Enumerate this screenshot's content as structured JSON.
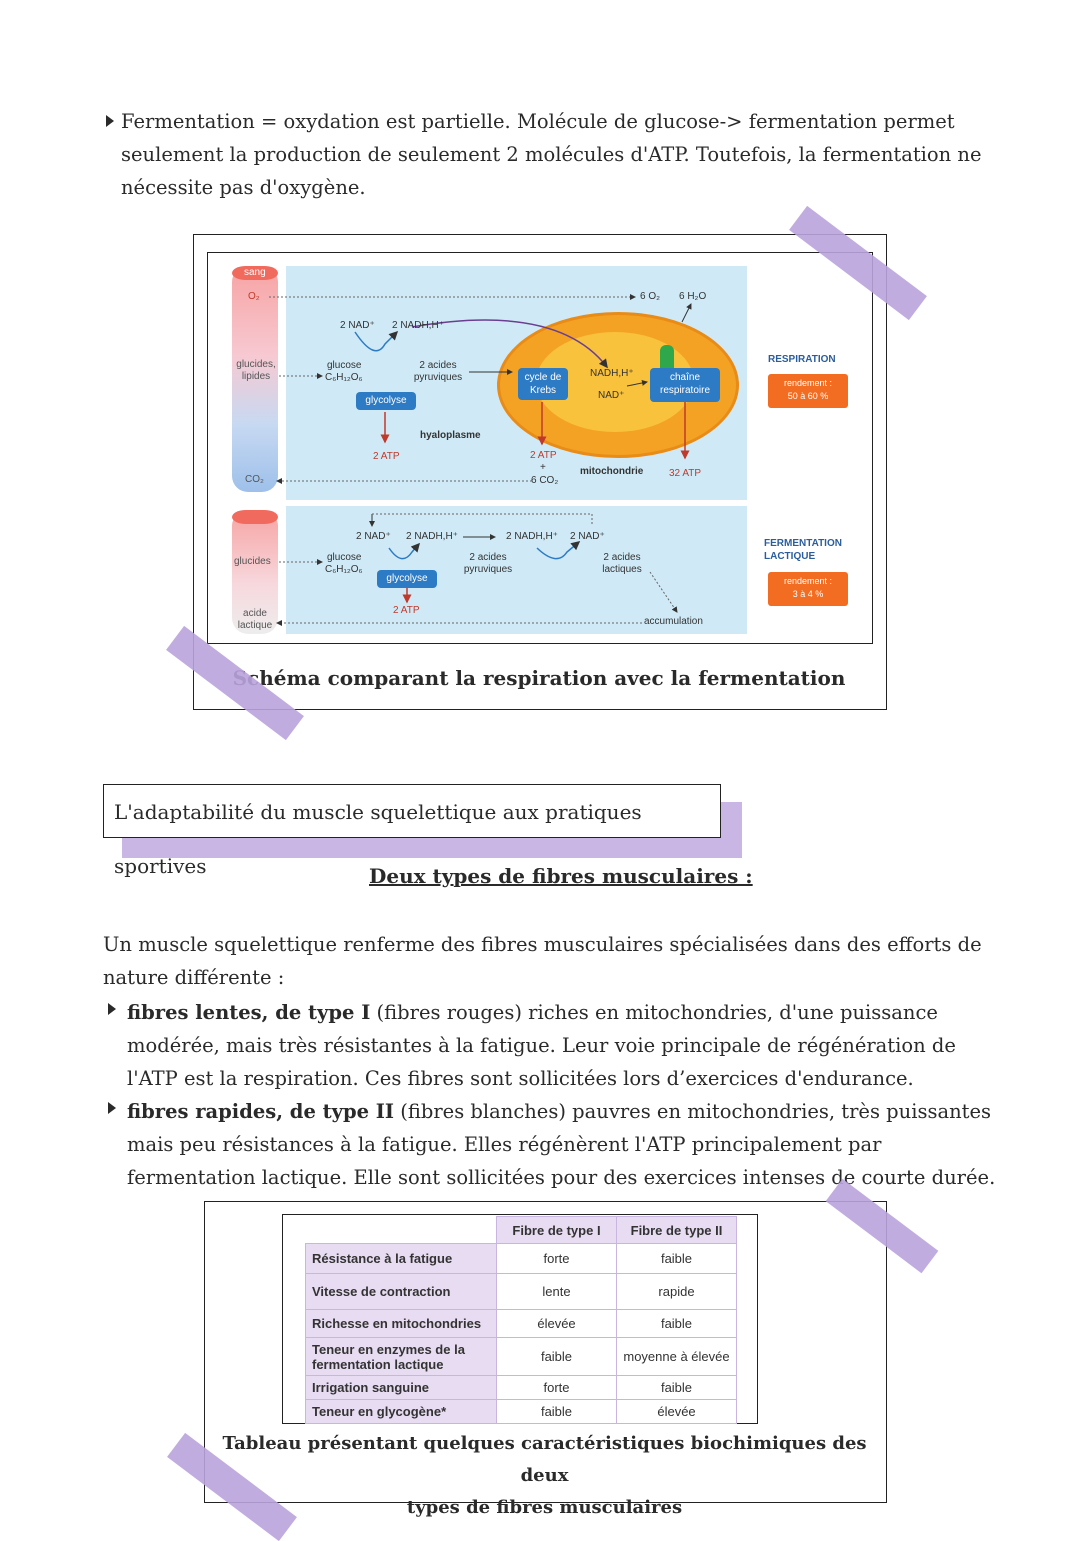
{
  "fermentation_paragraph": {
    "line1": "Fermentation = oxydation est partielle. Molécule de glucose-> fermentation permet",
    "line2": "seulement la production de seulement 2 molécules d'ATP. Toutefois, la fermentation ne",
    "line3": "nécessite pas d'oxygène."
  },
  "diagram": {
    "caption": "Schéma comparant la respiration avec la fermentation",
    "blood": {
      "sang": "sang",
      "o2": "O₂",
      "glucides_lipides": "glucides, lipides",
      "co2": "CO₂"
    },
    "blood2": {
      "glucides": "glucides",
      "acide_lactique": "acide lactique"
    },
    "respiration": {
      "nad": "2 NAD⁺",
      "nadh": "2 NADH,H⁺",
      "glucose": "glucose",
      "glucose_formula": "C₆H₁₂O₆",
      "acides_pyruviques": "2 acides pyruviques",
      "glycolyse": "glycolyse",
      "atp_glycolyse": "2 ATP",
      "hyaloplasme": "hyaloplasme",
      "cycle_krebs": "cycle de Krebs",
      "nadh_mito": "NADH,H⁺",
      "nad_mito": "NAD⁺",
      "chaine": "chaîne respiratoire",
      "o2": "6 O₂",
      "h2o": "6 H₂O",
      "atp_krebs": "2 ATP",
      "plus": "+",
      "co2": "6 CO₂",
      "mitochondrie": "mitochondrie",
      "atp_chaine": "32 ATP",
      "title": "RESPIRATION",
      "rendement_label": "rendement :",
      "rendement_value": "50 à 60 %"
    },
    "fermentation": {
      "nad": "2 NAD⁺",
      "nadh": "2 NADH,H⁺",
      "nadh2": "2 NADH,H⁺",
      "nad2": "2 NAD⁺",
      "glucose": "glucose",
      "glucose_formula": "C₆H₁₂O₆",
      "glycolyse": "glycolyse",
      "atp": "2 ATP",
      "acides_pyruviques": "2 acides pyruviques",
      "acides_lactiques": "2 acides lactiques",
      "accumulation": "accumulation",
      "title": "FERMENTATION LACTIQUE",
      "rendement_label": "rendement :",
      "rendement_value": "3 à 4 %"
    }
  },
  "section_title": "L'adaptabilité du muscle squelettique aux pratiques sportives",
  "subtitle": "Deux types de fibres musculaires :",
  "intro": {
    "line1": "Un muscle squelettique renferme des fibres musculaires spécialisées dans des efforts de",
    "line2": "nature différente :"
  },
  "bullets": [
    {
      "bold": "fibres lentes, de type I",
      "line1": " (fibres rouges) riches en mitochondries, d'une puissance",
      "line2": "modérée, mais très résistantes à la fatigue. Leur voie principale de régénération de",
      "line3": "l'ATP est la respiration. Ces fibres sont sollicitées lors d’exercices d'endurance."
    },
    {
      "bold": "fibres rapides, de type II",
      "line1": " (fibres blanches) pauvres en mitochondries, très puissantes",
      "line2": "mais peu résistances à la fatigue. Elles régénèrent l'ATP principalement par",
      "line3": "fermentation lactique. Elle sont sollicitées pour des exercices intenses de courte durée."
    }
  ],
  "table": {
    "headers": [
      "Fibre de type I",
      "Fibre de type II"
    ],
    "rows": [
      {
        "label": "Résistance à la fatigue",
        "t1": "forte",
        "t2": "faible"
      },
      {
        "label": "Vitesse de contraction",
        "t1": "lente",
        "t2": "rapide"
      },
      {
        "label": "Richesse en mitochondries",
        "t1": "élevée",
        "t2": "faible"
      },
      {
        "label": "Teneur en enzymes de la fermentation lactique",
        "t1": "faible",
        "t2": "moyenne à élevée"
      },
      {
        "label": "Irrigation sanguine",
        "t1": "forte",
        "t2": "faible"
      },
      {
        "label": "Teneur en glycogène*",
        "t1": "faible",
        "t2": "élevée"
      }
    ],
    "caption_line1": "Tableau présentant quelques caractéristiques biochimiques des deux",
    "caption_line2": "types de fibres musculaires"
  },
  "colors": {
    "tape": "#b9a3dc",
    "diagram_bg": "#cfeaf6",
    "mito": "#f4a224",
    "pill_blue": "#2d7bc4",
    "orange": "#f26d21"
  }
}
